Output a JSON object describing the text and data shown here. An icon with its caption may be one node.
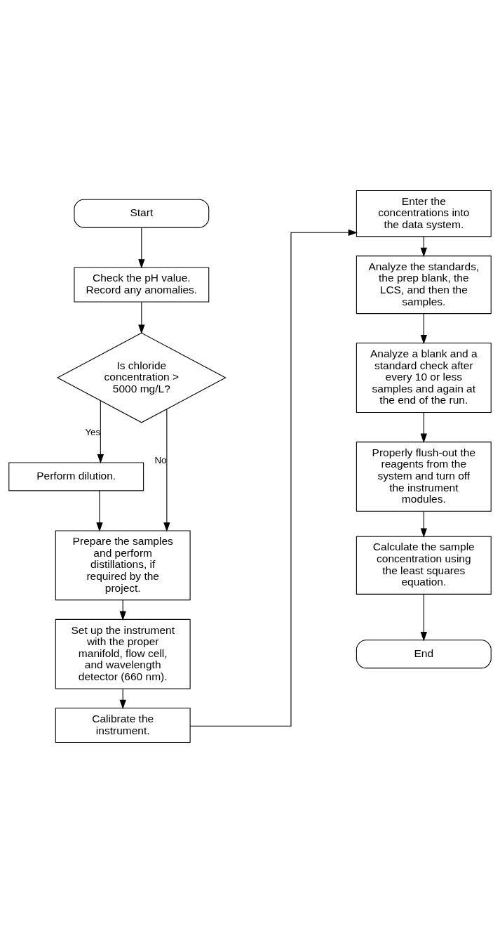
{
  "diagram": {
    "nodes": [
      {
        "text": [
          "Start"
        ]
      },
      {
        "text": [
          "Check the pH value. Record any anomalies."
        ]
      },
      {
        "text": [
          "Is chloride concentration > 5000 mg/L?"
        ]
      },
      {
        "text": [
          "Perform dilution."
        ]
      },
      {
        "text": [
          "Prepare the samples and perform distillations, if required by the project."
        ]
      },
      {
        "text": [
          "Set up the instrument with the proper manifold, flow cell, and wavelength detector (660 nm)."
        ]
      },
      {
        "text": [
          "Calibrate the instrument."
        ]
      },
      {
        "text": [
          "Enter the concentrations into the data system."
        ]
      },
      {
        "text": [
          "Analyze the standards, the prep blank, the LCS, and then the samples."
        ]
      },
      {
        "text": [
          "Analyze a blank and a standard check after every 10 or less samples and again at the end of the run."
        ]
      },
      {
        "text": [
          "Properly flush-out the reagents from the system and turn off the instrument modules."
        ]
      },
      {
        "text": [
          "Calculate the sample concentration using the least squares equation."
        ]
      },
      {
        "text": [
          "End"
        ]
      }
    ],
    "edges": [
      {
        "from": 0,
        "to": 1,
        "arrow": "to"
      },
      {
        "from": 1,
        "to": 2,
        "arrow": "to"
      },
      {
        "from": 2,
        "to": 3,
        "arrow": "to",
        "label": "Yes"
      },
      {
        "from": 2,
        "to": 4,
        "arrow": "to",
        "label": "No"
      },
      {
        "from": 3,
        "to": 4,
        "arrow": "to"
      },
      {
        "from": 4,
        "to": 5,
        "arrow": "to"
      },
      {
        "from": 5,
        "to": 6,
        "arrow": "to"
      },
      {
        "from": 6,
        "to": 7,
        "arrow": "to"
      },
      {
        "from": 7,
        "to": 8,
        "arrow": "to"
      },
      {
        "from": 8,
        "to": 9,
        "arrow": "to"
      },
      {
        "from": 9,
        "to": 10,
        "arrow": "to"
      },
      {
        "from": 10,
        "to": 11,
        "arrow": "to"
      },
      {
        "from": 11,
        "to": 12,
        "arrow": "to"
      }
    ]
  }
}
